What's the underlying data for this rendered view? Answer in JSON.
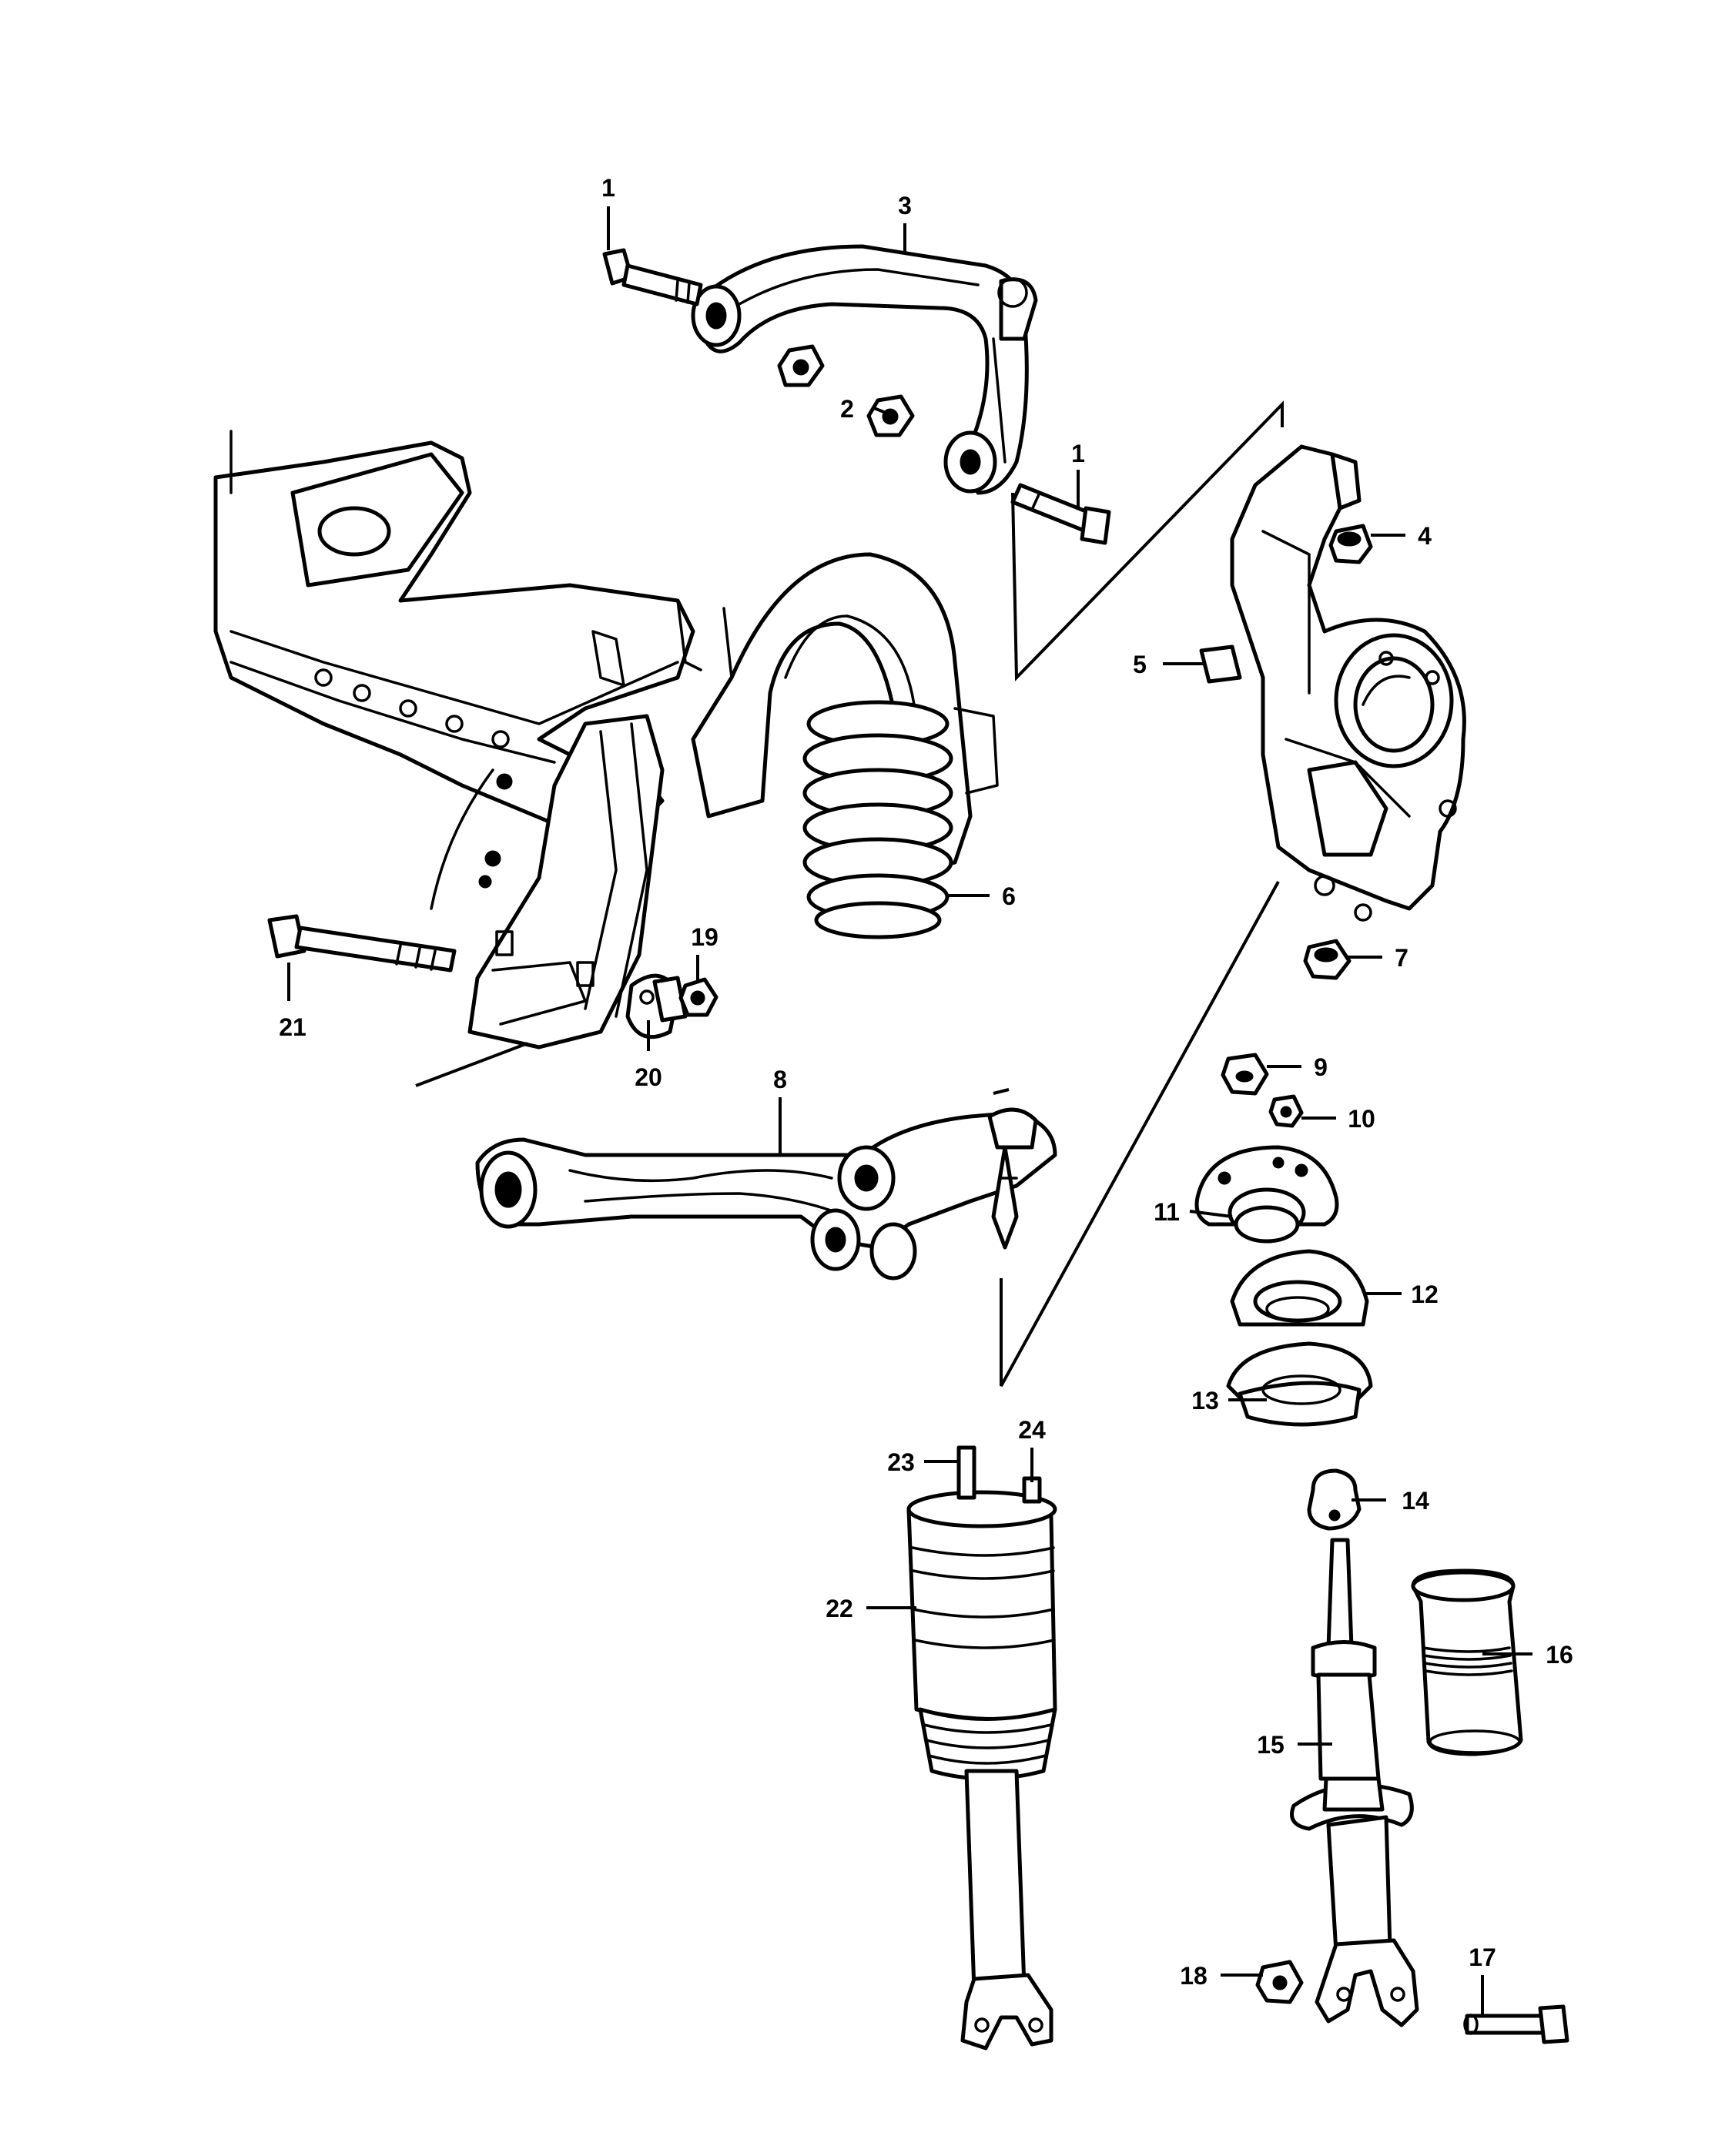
{
  "callouts": [
    {
      "id": "c1a",
      "text": "1"
    },
    {
      "id": "c1b",
      "text": "1"
    },
    {
      "id": "c2",
      "text": "2"
    },
    {
      "id": "c3",
      "text": "3"
    },
    {
      "id": "c4",
      "text": "4"
    },
    {
      "id": "c5",
      "text": "5"
    },
    {
      "id": "c6",
      "text": "6"
    },
    {
      "id": "c7",
      "text": "7"
    },
    {
      "id": "c8",
      "text": "8"
    },
    {
      "id": "c9",
      "text": "9"
    },
    {
      "id": "c10",
      "text": "10"
    },
    {
      "id": "c11",
      "text": "11"
    },
    {
      "id": "c12",
      "text": "12"
    },
    {
      "id": "c13",
      "text": "13"
    },
    {
      "id": "c14",
      "text": "14"
    },
    {
      "id": "c15",
      "text": "15"
    },
    {
      "id": "c16",
      "text": "16"
    },
    {
      "id": "c17",
      "text": "17"
    },
    {
      "id": "c18",
      "text": "18"
    },
    {
      "id": "c19",
      "text": "19"
    },
    {
      "id": "c20",
      "text": "20"
    },
    {
      "id": "c21",
      "text": "21"
    },
    {
      "id": "c22",
      "text": "22"
    },
    {
      "id": "c23",
      "text": "23"
    },
    {
      "id": "c24",
      "text": "24"
    }
  ]
}
